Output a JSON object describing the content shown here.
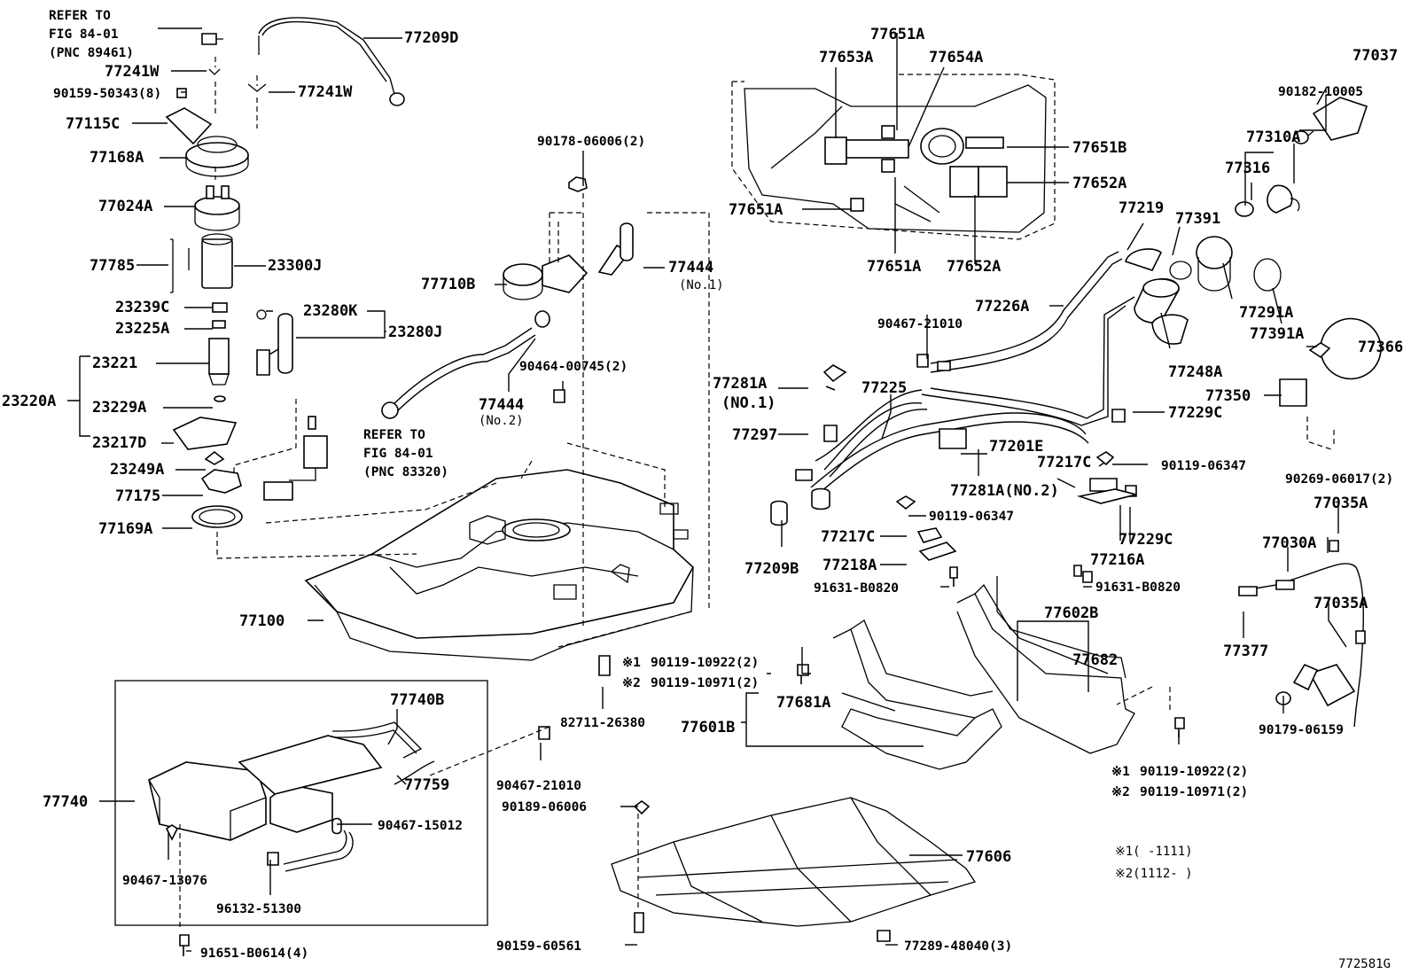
{
  "title_code": "772581G",
  "refer_notes": [
    {
      "line1": "REFER TO",
      "line2": "FIG 84-01",
      "line3": "(PNC 89461)"
    },
    {
      "line1": "REFER TO",
      "line2": "FIG 84-01",
      "line3": "(PNC 83320)"
    }
  ],
  "labels": {
    "p77209D": "77209D",
    "p77241W_a": "77241W",
    "p77241W_b": "77241W",
    "p90159_50343": "90159-50343(8)",
    "p77115C": "77115C",
    "p77168A": "77168A",
    "p77024A": "77024A",
    "p77785": "77785",
    "p23300J": "23300J",
    "p23239C": "23239C",
    "p23225A": "23225A",
    "p23280K": "23280K",
    "p23280J": "23280J",
    "p23221": "23221",
    "p23220A": "23220A",
    "p23229A": "23229A",
    "p23217D": "23217D",
    "p23249A": "23249A",
    "p77175": "77175",
    "p77169A": "77169A",
    "p90178": "90178-06006(2)",
    "p77710B": "77710B",
    "p77444_1": "77444",
    "p77444_1_sub": "(No.1)",
    "p90464": "90464-00745(2)",
    "p77444_2": "77444",
    "p77444_2_sub": "(No.2)",
    "p77100": "77100",
    "p77651A_top": "77651A",
    "p77653A": "77653A",
    "p77654A": "77654A",
    "p77651B": "77651B",
    "p77652A_r": "77652A",
    "p77651A_l": "77651A",
    "p77651A_b": "77651A",
    "p77652A_b": "77652A",
    "p77037": "77037",
    "p90182": "90182-10005",
    "p77310A": "77310A",
    "p77316": "77316",
    "p77219": "77219",
    "p77391": "77391",
    "p77226A": "77226A",
    "p77291A": "77291A",
    "p77391A": "77391A",
    "p90467_21010_a": "90467-21010",
    "p77366": "77366",
    "p77248A": "77248A",
    "p77281A_1": "77281A",
    "p77281A_1_sub": "(NO.1)",
    "p77225": "77225",
    "p77350": "77350",
    "p77229C_a": "77229C",
    "p77297": "77297",
    "p77201E": "77201E",
    "p77217C_a": "77217C",
    "p90119_06347_a": "90119-06347",
    "p90269": "90269-06017(2)",
    "p77281A_2": "77281A(NO.2)",
    "p77035A_a": "77035A",
    "p90119_06347_b": "90119-06347",
    "p77217C_b": "77217C",
    "p77229C_b": "77229C",
    "p77030A": "77030A",
    "p77218A": "77218A",
    "p77216A": "77216A",
    "p77209B": "77209B",
    "p91631_a": "91631-B0820",
    "p91631_b": "91631-B0820",
    "p77035A_b": "77035A",
    "p77602B": "77602B",
    "p77377": "77377",
    "p77682": "77682",
    "p90119_10922_a": "90119-10922(2)",
    "p90119_10971_a": "90119-10971(2)",
    "p77740B": "77740B",
    "p77681A": "77681A",
    "p82711": "82711-26380",
    "p77601B": "77601B",
    "p90179": "90179-06159",
    "p90119_10922_b": "90119-10922(2)",
    "p90119_10971_b": "90119-10971(2)",
    "p77740": "77740",
    "p77759": "77759",
    "p90467_21010_b": "90467-21010",
    "p90467_15012": "90467-15012",
    "p90189": "90189-06006",
    "p77606": "77606",
    "p90467_13076": "90467-13076",
    "p96132": "96132-51300",
    "p90159_60561": "90159-60561",
    "p91651": "91651-B0614(4)",
    "p77289": "77289-48040(3)"
  },
  "marks": {
    "note1": "※1",
    "note2": "※2"
  },
  "footnotes": {
    "f1": "※1(   -1111)",
    "f2": "※2(1112-   )"
  }
}
